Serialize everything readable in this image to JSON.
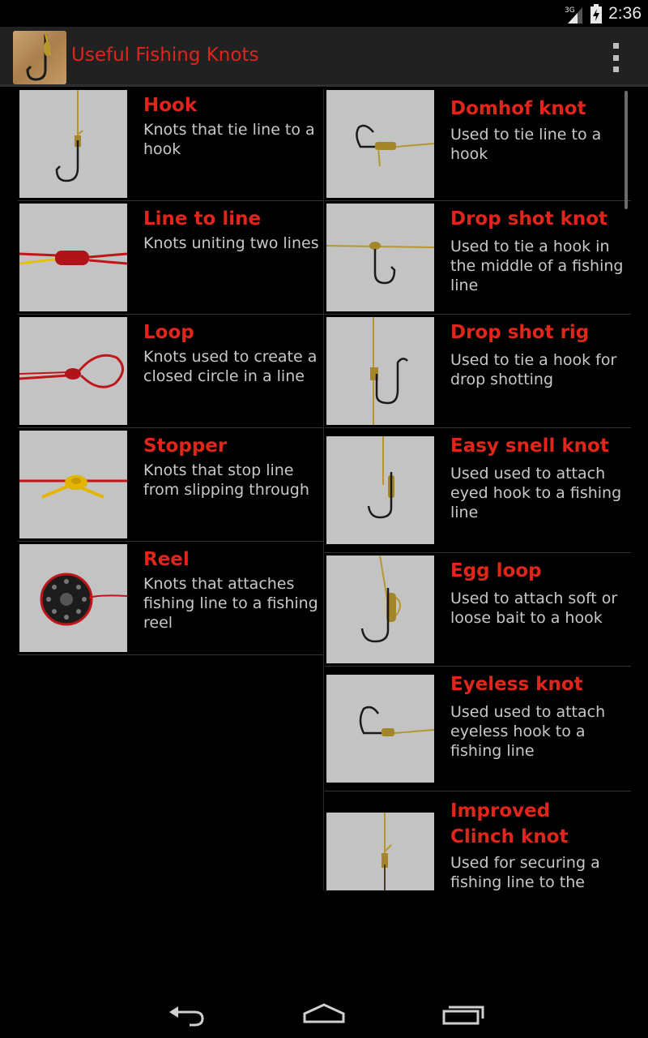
{
  "status_bar": {
    "network": "3G",
    "time": "2:36"
  },
  "action_bar": {
    "title": "Useful Fishing Knots",
    "icon": "fishing-hook-logo-icon",
    "menu_icon": "overflow-menu-icon"
  },
  "left_list": [
    {
      "title": "Hook",
      "desc": "Knots that tie line to a hook",
      "image": "hook-knot-thumbnail"
    },
    {
      "title": "Line to line",
      "desc": "Knots uniting two lines",
      "image": "line-to-line-thumbnail"
    },
    {
      "title": "Loop",
      "desc": "Knots used to create a closed circle in a line",
      "image": "loop-knot-thumbnail"
    },
    {
      "title": "Stopper",
      "desc": "Knots that stop line from slipping through",
      "image": "stopper-knot-thumbnail"
    },
    {
      "title": "Reel",
      "desc": "Knots that attaches fishing line to a fishing reel",
      "image": "reel-knot-thumbnail"
    }
  ],
  "right_list": [
    {
      "title": "Domhof knot",
      "desc": "Used to tie line to a hook",
      "image": "domhof-knot-thumbnail"
    },
    {
      "title": "Drop shot knot",
      "desc": "Used to tie a hook in the middle of a fishing line",
      "image": "drop-shot-knot-thumbnail"
    },
    {
      "title": "Drop shot rig",
      "desc": "Used to tie a hook for drop shotting",
      "image": "drop-shot-rig-thumbnail"
    },
    {
      "title": "Easy snell knot",
      "desc": "Used used to attach eyed hook to a fishing line",
      "image": "easy-snell-knot-thumbnail"
    },
    {
      "title": "Egg loop",
      "desc": "Used to attach soft or loose bait to a hook",
      "image": "egg-loop-thumbnail"
    },
    {
      "title": "Eyeless knot",
      "desc": "Used used to attach eyeless hook to a fishing line",
      "image": "eyeless-knot-thumbnail"
    },
    {
      "title": "Improved Clinch knot",
      "desc": "Used for securing a fishing line to the",
      "image": "improved-clinch-knot-thumbnail"
    }
  ],
  "nav_bar": {
    "back": "back-icon",
    "home": "home-icon",
    "recents": "recent-apps-icon"
  },
  "colors": {
    "accent_red": "#e0251b",
    "background": "#000000",
    "action_bar": "#212121",
    "thumb_bg": "#c3c3c3",
    "line_gold": "#b5972e",
    "line_red": "#c0161a",
    "line_yellow": "#e3b500"
  }
}
